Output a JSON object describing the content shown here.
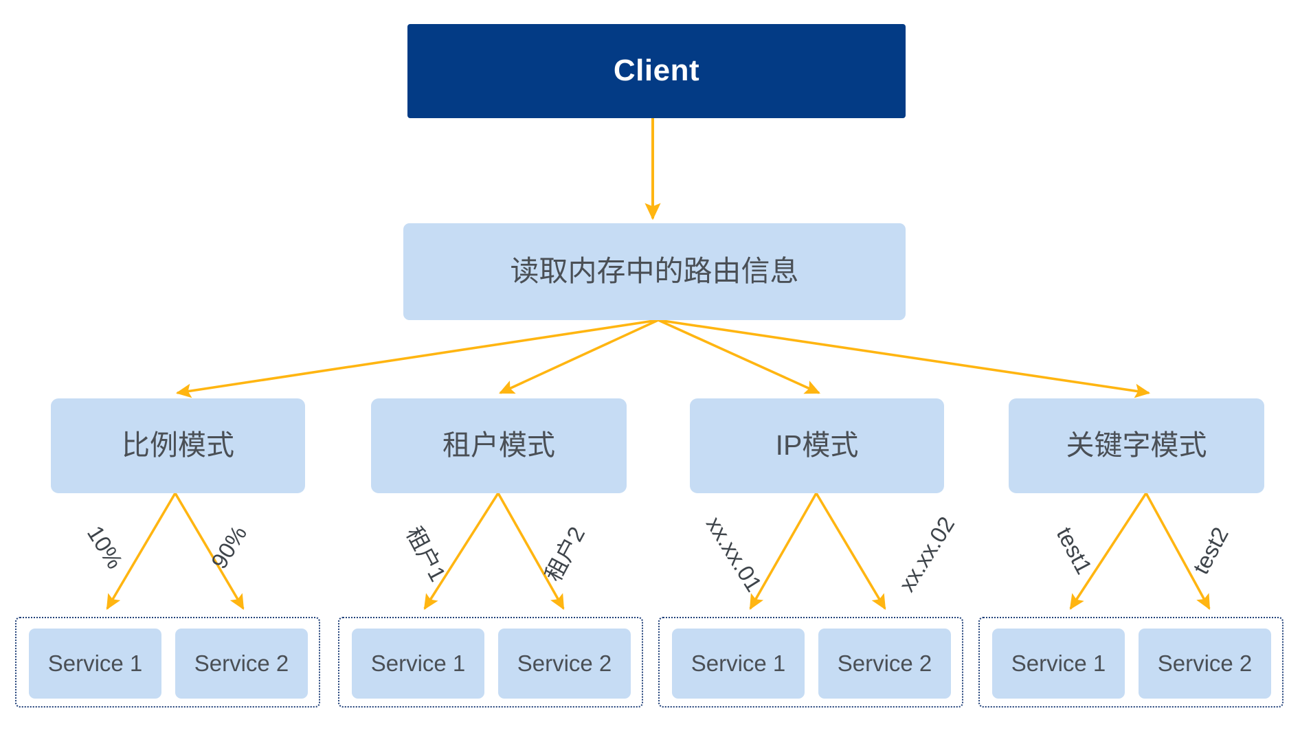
{
  "diagram": {
    "title_node": {
      "label": "Client",
      "color": "#033B85",
      "text_color": "#FFFFFF"
    },
    "router_node": {
      "label": "读取内存中的路由信息"
    },
    "palette": {
      "navy": "#033B85",
      "light_blue": "#C6DCF4",
      "amber": "#FFB511",
      "text_gray": "#4A4F55",
      "dotted_border": "#1F3F78",
      "background": "#FFFFFF"
    },
    "modes": [
      {
        "label": "比例模式",
        "edge_labels": [
          "10%",
          "90%"
        ],
        "services": [
          "Service 1",
          "Service 2"
        ]
      },
      {
        "label": "租户模式",
        "edge_labels": [
          "租户1",
          "租户2"
        ],
        "services": [
          "Service 1",
          "Service 2"
        ]
      },
      {
        "label": "IP模式",
        "edge_labels": [
          "xx.xx.01",
          "xx.xx.02"
        ],
        "services": [
          "Service 1",
          "Service 2"
        ]
      },
      {
        "label": "关键字模式",
        "edge_labels": [
          "test1",
          "test2"
        ],
        "services": [
          "Service 1",
          "Service 2"
        ]
      }
    ]
  }
}
